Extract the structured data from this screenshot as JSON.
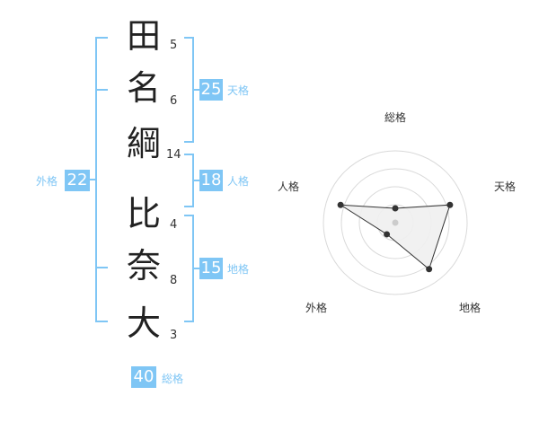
{
  "colors": {
    "accent": "#7fc6f5",
    "text": "#222222",
    "radar_fill": "#f0f0f0"
  },
  "name": {
    "chars": [
      {
        "char": "田",
        "strokes": "5"
      },
      {
        "char": "名",
        "strokes": "6"
      },
      {
        "char": "綱",
        "strokes": "14"
      },
      {
        "char": "比",
        "strokes": "4"
      },
      {
        "char": "奈",
        "strokes": "8"
      },
      {
        "char": "大",
        "strokes": "3"
      }
    ]
  },
  "fortune": {
    "tenkaku": {
      "value": "25",
      "label": "天格"
    },
    "jinkaku": {
      "value": "18",
      "label": "人格"
    },
    "chikaku": {
      "value": "15",
      "label": "地格"
    },
    "gaikaku": {
      "value": "22",
      "label": "外格"
    },
    "soukaku": {
      "value": "40",
      "label": "総格"
    }
  },
  "chart_data": {
    "type": "radar",
    "axes": [
      "総格",
      "天格",
      "地格",
      "外格",
      "人格"
    ],
    "values": [
      1,
      4,
      4,
      1,
      4
    ],
    "max": 5,
    "rings": 4
  }
}
